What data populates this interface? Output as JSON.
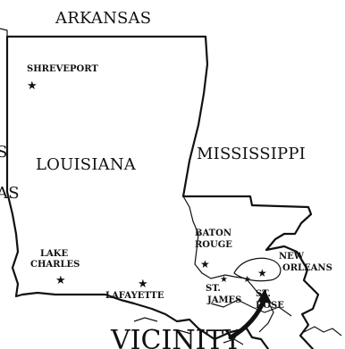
{
  "map": {
    "states": {
      "arkansas": "ARKANSAS",
      "louisiana": "LOUISIANA",
      "mississippi": "MISSISSIPPI",
      "partial_left_top": "S",
      "partial_left_bottom": "AS"
    },
    "cities": {
      "shreveport": "SHREVEPORT",
      "lake_charles_1": "LAKE",
      "lake_charles_2": "CHARLES",
      "lafayette": "LAFAYETTE",
      "baton_rouge_1": "BATON",
      "baton_rouge_2": "ROUGE",
      "st_james_1": "ST.",
      "st_james_2": "JAMES",
      "st_rose_1": "ST.",
      "st_rose_2": "ROSE",
      "new_orleans_1": "NEW",
      "new_orleans_2": "ORLEANS"
    },
    "vicinity_label": "VICINITY",
    "marker_icon": "star-icon",
    "arrow_icon": "curved-arrow-icon",
    "colors": {
      "ink": "#111111",
      "paper": "#ffffff"
    }
  }
}
